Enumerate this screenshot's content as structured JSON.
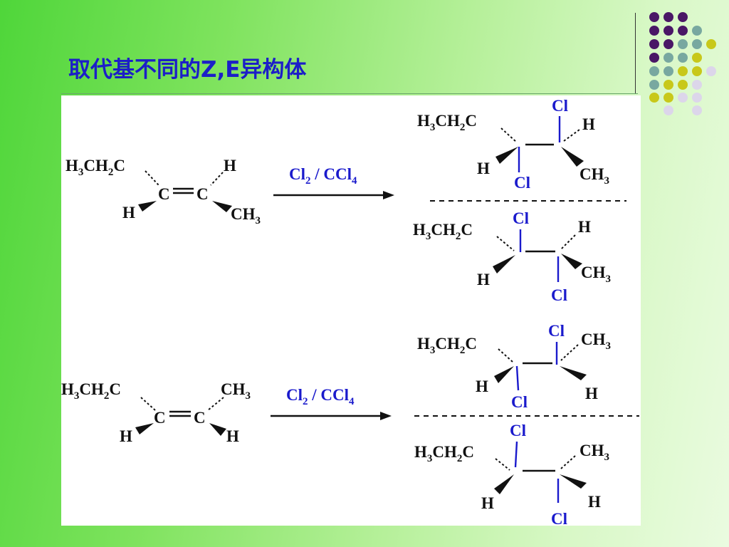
{
  "title": "取代基不同的Z,E异构体",
  "deco_colors": {
    "purple": "#4a1766",
    "teal": "#78a8a0",
    "olive": "#c8c81a",
    "lavender": "#dcd6ea"
  },
  "reagent_upper": [
    "Cl",
    "2",
    " / CCl",
    "4"
  ],
  "reagent_lower": [
    "Cl",
    "2",
    " / CCl",
    "4"
  ],
  "labels": {
    "ethyl": [
      "H",
      "3",
      "CH",
      "2",
      "C"
    ],
    "methyl": [
      "CH",
      "3"
    ],
    "H": "H",
    "C": "C",
    "Cl": "Cl"
  }
}
